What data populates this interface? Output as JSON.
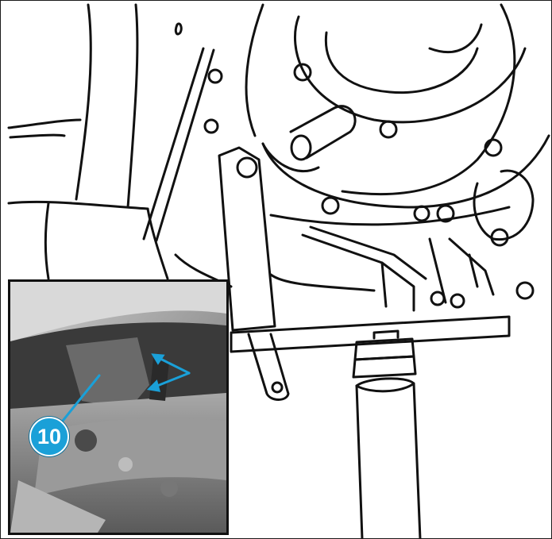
{
  "figure": {
    "callout_number": "10"
  },
  "colors": {
    "line_art": "#111111",
    "paper": "#ffffff",
    "callout_blue": "#1aa0d8",
    "photo_mid": "#8d8d8d"
  },
  "icons": {
    "callout_badge": "numbered-circle-callout",
    "callout_arrows": "pointer-arrows"
  }
}
